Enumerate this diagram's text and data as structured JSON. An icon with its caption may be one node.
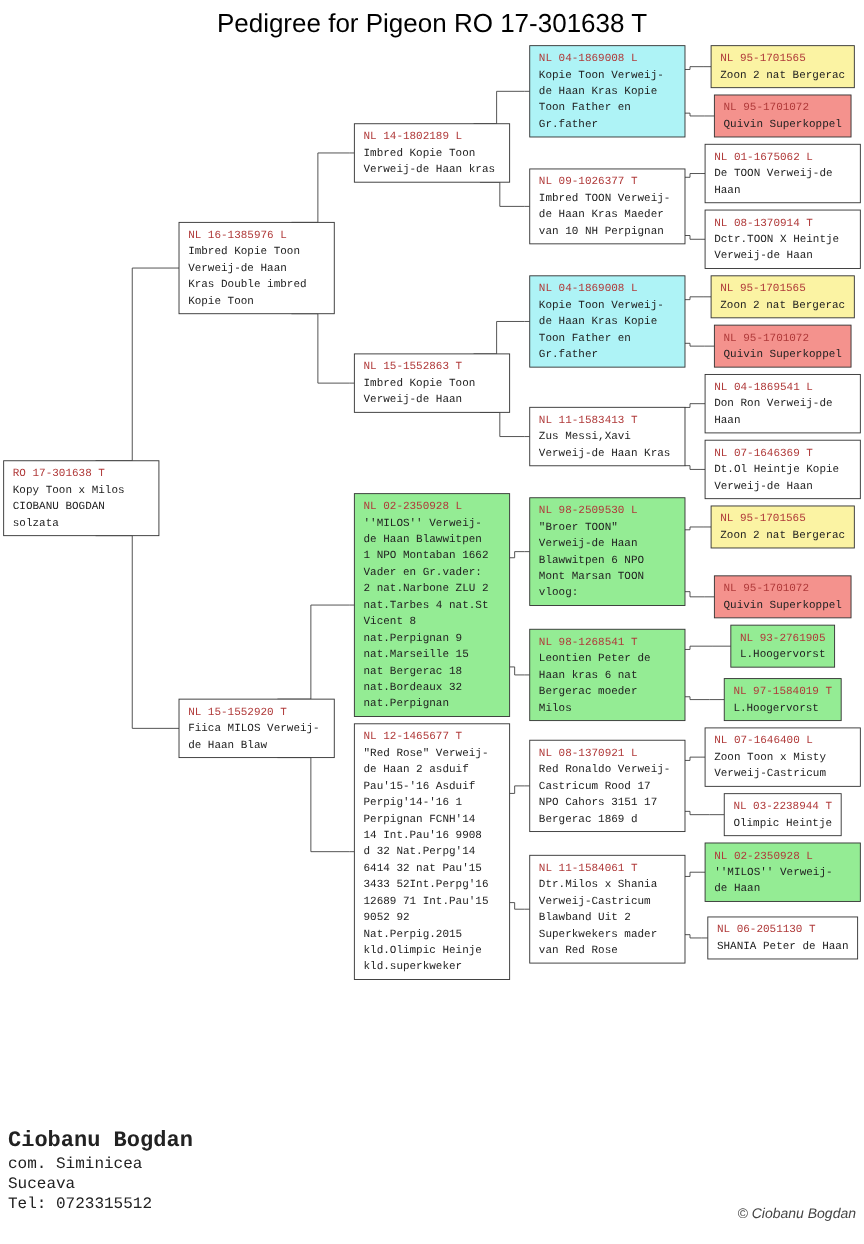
{
  "diagram": {
    "title": "Pedigree for Pigeon RO 17-301638 T",
    "nodes": [
      {
        "text": [
          "RO 17-301638 T",
          "Kopy Toon x Milos CIOBANU BOGDAN solzata"
        ]
      },
      {
        "text": [
          "NL 16-1385976 L",
          "Imbred Kopie Toon Verweij-de Haan Kras Double imbred Kopie Toon"
        ]
      },
      {
        "text": [
          "NL 15-1552920 T",
          "Fiica MILOS Verweij-de Haan Blaw"
        ]
      },
      {
        "text": [
          "NL 14-1802189 L",
          "Imbred Kopie Toon Verweij-de Haan kras"
        ]
      },
      {
        "text": [
          "NL 15-1552863 T",
          "Imbred Kopie Toon Verweij-de Haan"
        ]
      },
      {
        "text": [
          "NL 02-2350928 L",
          "''MILOS'' Verweij-de Haan Blawwitpen 1 NPO Montaban 1662 Vader en Gr.vader: 2 nat.Narbone ZLU 2 nat.Tarbes 4 nat.St Vicent 8 nat.Perpignan 9 nat.Marseille 15 nat Bergerac 18 nat.Bordeaux 32 nat.Perpignan"
        ]
      },
      {
        "text": [
          "NL 12-1465677 T",
          "\"Red Rose\" Verweij-de Haan 2 asduif Pau'15-'16 Asduif Perpig'14-'16 1 Perpignan FCNH'14 14 Int.Pau'16 9908 d 32 Nat.Perpg'14 6414 32 nat Pau'15 3433 52Int.Perpg'16 12689 71 Int.Pau'15 9052 92 Nat.Perpig.2015 kld.Olimpic Heinje kld.superkweker"
        ]
      },
      {
        "text": [
          "NL 04-1869008 L",
          "Kopie Toon Verweij-de Haan Kras Kopie Toon Father en Gr.father"
        ]
      },
      {
        "text": [
          "NL 09-1026377 T",
          "Imbred TOON Verweij-de Haan Kras Maeder van 10 NH Perpignan"
        ]
      },
      {
        "text": [
          "NL 04-1869008 L",
          "Kopie Toon Verweij-de Haan Kras Kopie Toon Father en Gr.father"
        ]
      },
      {
        "text": [
          "NL 11-1583413 T",
          "Zus Messi,Xavi Verweij-de Haan Kras"
        ]
      },
      {
        "text": [
          "NL 98-2509530 L",
          "\"Broer TOON\" Verweij-de Haan Blawwitpen 6 NPO Mont Marsan TOON vloog:"
        ]
      },
      {
        "text": [
          "NL 98-1268541 T",
          "Leontien Peter de Haan kras 6 nat Bergerac moeder Milos"
        ]
      },
      {
        "text": [
          "NL 08-1370921 L",
          "Red Ronaldo Verweij-Castricum Rood 17 NPO Cahors 3151 17 Bergerac 1869 d"
        ]
      },
      {
        "text": [
          "NL 11-1584061 T",
          "Dtr.Milos x Shania Verweij-Castricum Blawband Uit 2 Superkwekers mader van Red Rose"
        ]
      },
      {
        "text": [
          "NL 95-1701565",
          "Zoon 2 nat Bergerac"
        ]
      },
      {
        "text": [
          "NL 95-1701072",
          "Quivin Superkoppel"
        ]
      },
      {
        "text": [
          "NL 01-1675062 L",
          "De TOON Verweij-de Haan"
        ]
      },
      {
        "text": [
          "NL 08-1370914 T",
          "Dctr.TOON X Heintje Verweij-de Haan"
        ]
      },
      {
        "text": [
          "NL 95-1701565",
          "Zoon 2 nat Bergerac"
        ]
      },
      {
        "text": [
          "NL 95-1701072",
          "Quivin Superkoppel"
        ]
      },
      {
        "text": [
          "NL 04-1869541 L",
          "Don Ron Verweij-de Haan"
        ]
      },
      {
        "text": [
          "NL 07-1646369 T",
          "Dt.Ol Heintje Kopie Verweij-de Haan"
        ]
      },
      {
        "text": [
          "NL 95-1701565",
          "Zoon 2 nat Bergerac"
        ]
      },
      {
        "text": [
          "NL 95-1701072",
          "Quivin Superkoppel"
        ]
      },
      {
        "text": [
          "NL 93-2761905",
          "L.Hoogervorst"
        ]
      },
      {
        "text": [
          "NL 97-1584019 T",
          "L.Hoogervorst"
        ]
      },
      {
        "text": [
          "NL 07-1646400 L",
          "Zoon Toon x Misty Verweij-Castricum"
        ]
      },
      {
        "text": [
          "NL 03-2238944 T",
          "Olimpic Heintje"
        ]
      },
      {
        "text": [
          "NL 02-2350928 L",
          "''MILOS'' Verweij-de Haan"
        ]
      },
      {
        "text": [
          "NL 06-2051130 T",
          "SHANIA Peter de Haan"
        ]
      }
    ],
    "edges": [
      {
        "from": 0,
        "to": 1,
        "arrow": "none"
      },
      {
        "from": 0,
        "to": 2,
        "arrow": "none"
      },
      {
        "from": 1,
        "to": 3,
        "arrow": "none"
      },
      {
        "from": 1,
        "to": 4,
        "arrow": "none"
      },
      {
        "from": 2,
        "to": 5,
        "arrow": "none"
      },
      {
        "from": 2,
        "to": 6,
        "arrow": "none"
      },
      {
        "from": 3,
        "to": 7,
        "arrow": "none"
      },
      {
        "from": 3,
        "to": 8,
        "arrow": "none"
      },
      {
        "from": 4,
        "to": 9,
        "arrow": "none"
      },
      {
        "from": 4,
        "to": 10,
        "arrow": "none"
      },
      {
        "from": 5,
        "to": 11,
        "arrow": "none"
      },
      {
        "from": 5,
        "to": 12,
        "arrow": "none"
      },
      {
        "from": 6,
        "to": 13,
        "arrow": "none"
      },
      {
        "from": 6,
        "to": 14,
        "arrow": "none"
      },
      {
        "from": 7,
        "to": 15,
        "arrow": "none"
      },
      {
        "from": 7,
        "to": 16,
        "arrow": "none"
      },
      {
        "from": 8,
        "to": 17,
        "arrow": "none"
      },
      {
        "from": 8,
        "to": 18,
        "arrow": "none"
      },
      {
        "from": 9,
        "to": 19,
        "arrow": "none"
      },
      {
        "from": 9,
        "to": 20,
        "arrow": "none"
      },
      {
        "from": 10,
        "to": 21,
        "arrow": "none"
      },
      {
        "from": 10,
        "to": 22,
        "arrow": "none"
      },
      {
        "from": 11,
        "to": 23,
        "arrow": "none"
      },
      {
        "from": 11,
        "to": 24,
        "arrow": "none"
      },
      {
        "from": 12,
        "to": 25,
        "arrow": "none"
      },
      {
        "from": 12,
        "to": 26,
        "arrow": "none"
      },
      {
        "from": 13,
        "to": 27,
        "arrow": "none"
      },
      {
        "from": 13,
        "to": 28,
        "arrow": "none"
      },
      {
        "from": 14,
        "to": 29,
        "arrow": "none"
      },
      {
        "from": 14,
        "to": 30,
        "arrow": "none"
      }
    ],
    "labels": [
      "Ciobanu Bogdan",
      "com. Siminicea",
      "Suceava",
      "Tel: 0723315512",
      "© Ciobanu Bogdan"
    ]
  }
}
